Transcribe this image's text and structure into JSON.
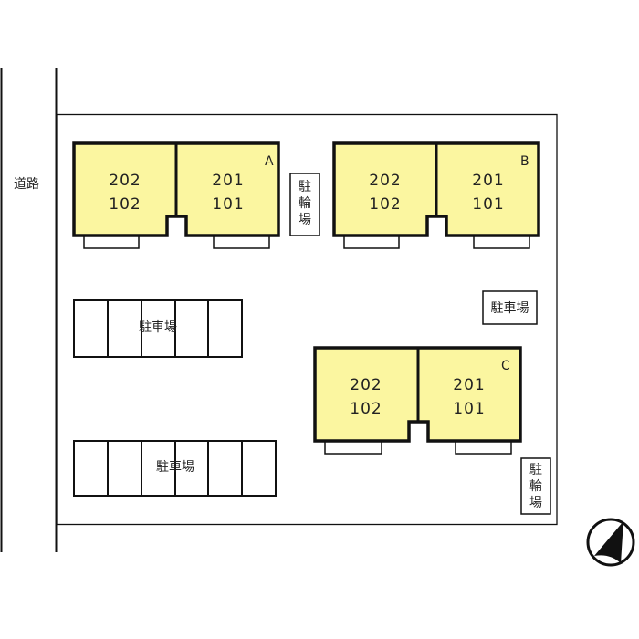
{
  "road_label": "道路",
  "colors": {
    "building_fill": "#fbf6a0",
    "stroke": "#111111"
  },
  "buildings": [
    {
      "name": "A",
      "units": [
        {
          "upper": "202",
          "lower": "102"
        },
        {
          "upper": "201",
          "lower": "101"
        }
      ]
    },
    {
      "name": "B",
      "units": [
        {
          "upper": "202",
          "lower": "102"
        },
        {
          "upper": "201",
          "lower": "101"
        }
      ]
    },
    {
      "name": "C",
      "units": [
        {
          "upper": "202",
          "lower": "102"
        },
        {
          "upper": "201",
          "lower": "101"
        }
      ]
    }
  ],
  "bicycle_parking_label": [
    "駐",
    "輪",
    "場"
  ],
  "parking_label": "駐車場",
  "compass": "north-arrow-icon"
}
